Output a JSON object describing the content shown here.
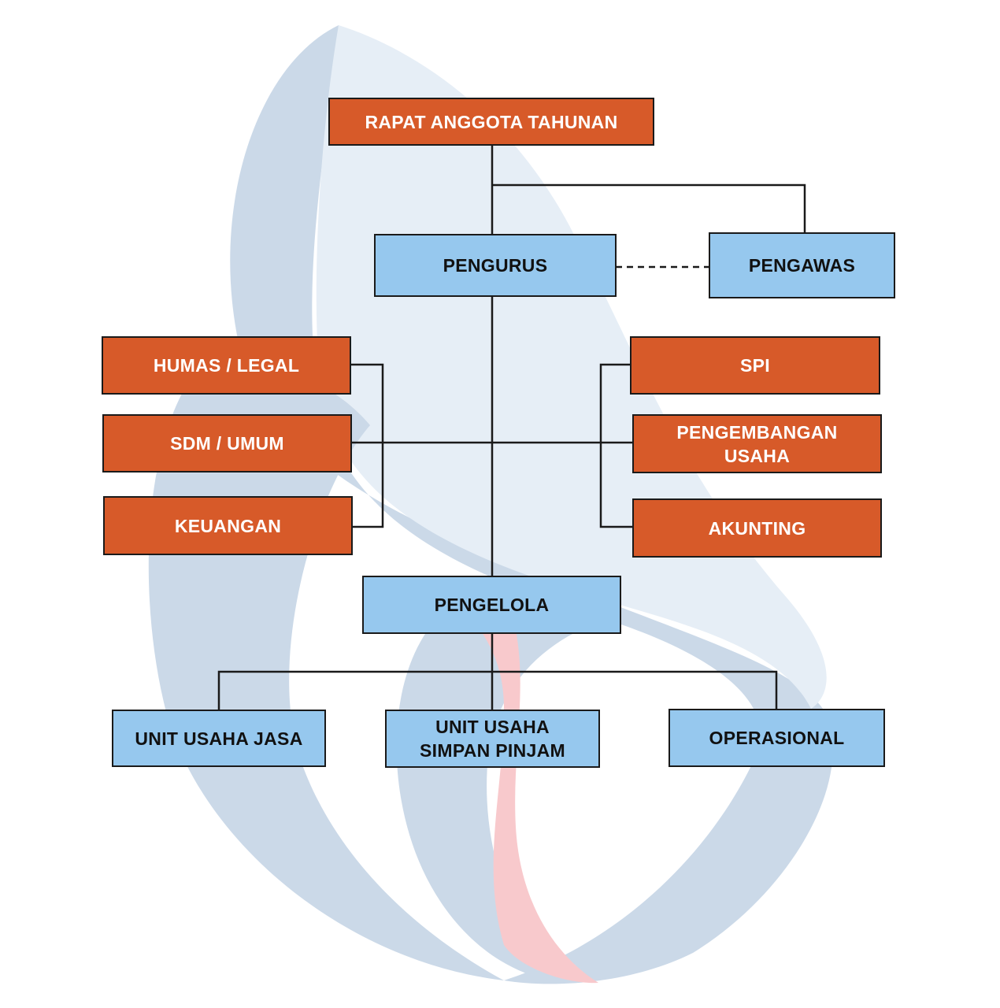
{
  "colors": {
    "orange": "#D75A29",
    "blue": "#96C8EE",
    "line": "#1a1a1a",
    "background_shape": "#CBD9E8",
    "background_shape_light": "#E6EEF6",
    "background_accent": "#F8C9CC"
  },
  "nodes": {
    "rapat": "RAPAT ANGGOTA TAHUNAN",
    "pengurus": "PENGURUS",
    "pengawas": "PENGAWAS",
    "humas": "HUMAS / LEGAL",
    "sdm": "SDM / UMUM",
    "keuangan": "KEUANGAN",
    "spi": "SPI",
    "pengembangan": "PENGEMBANGAN\nUSAHA",
    "akunting": "AKUNTING",
    "pengelola": "PENGELOLA",
    "unit_jasa": "UNIT USAHA JASA",
    "unit_simpan": "UNIT USAHA\nSIMPAN PINJAM",
    "operasional": "OPERASIONAL"
  },
  "edges": [
    {
      "from": "RAPAT ANGGOTA TAHUNAN",
      "to": "PENGURUS",
      "style": "solid"
    },
    {
      "from": "RAPAT ANGGOTA TAHUNAN",
      "to": "PENGAWAS",
      "style": "solid"
    },
    {
      "from": "PENGURUS",
      "to": "PENGAWAS",
      "style": "dashed"
    },
    {
      "from": "PENGURUS",
      "to": "PENGELOLA",
      "style": "solid"
    },
    {
      "from": "PENGURUS",
      "to": "HUMAS / LEGAL",
      "style": "solid"
    },
    {
      "from": "PENGURUS",
      "to": "SDM / UMUM",
      "style": "solid"
    },
    {
      "from": "PENGURUS",
      "to": "KEUANGAN",
      "style": "solid"
    },
    {
      "from": "PENGURUS",
      "to": "SPI",
      "style": "solid"
    },
    {
      "from": "PENGURUS",
      "to": "PENGEMBANGAN USAHA",
      "style": "solid"
    },
    {
      "from": "PENGURUS",
      "to": "AKUNTING",
      "style": "solid"
    },
    {
      "from": "PENGELOLA",
      "to": "UNIT USAHA JASA",
      "style": "solid"
    },
    {
      "from": "PENGELOLA",
      "to": "UNIT USAHA SIMPAN PINJAM",
      "style": "solid"
    },
    {
      "from": "PENGELOLA",
      "to": "OPERASIONAL",
      "style": "solid"
    }
  ]
}
